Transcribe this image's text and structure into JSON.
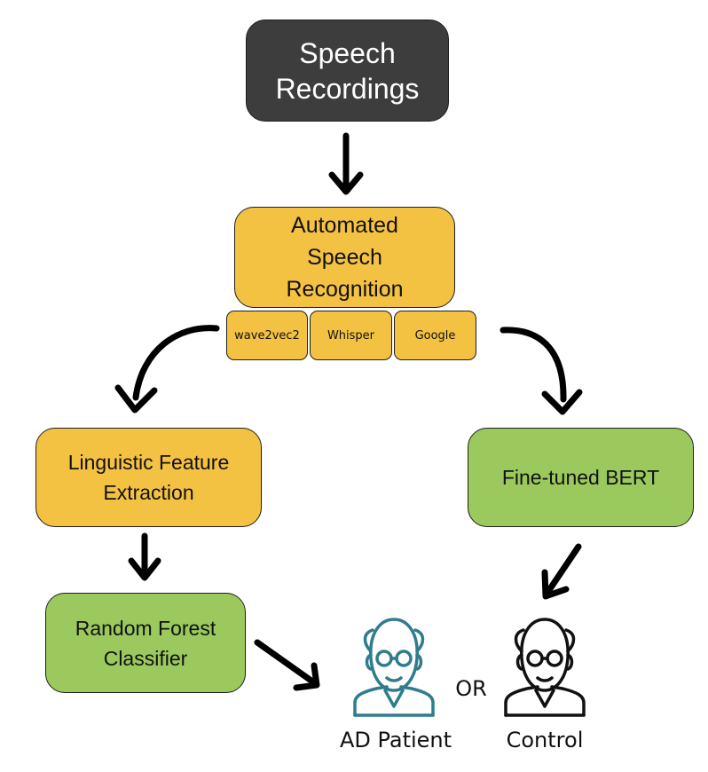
{
  "nodes": {
    "speech_recordings": "Speech\nRecordings",
    "asr": "Automated\nSpeech\nRecognition",
    "asr_models": [
      "wave2vec2",
      "Whisper",
      "Google"
    ],
    "linguistic": "Linguistic Feature\nExtraction",
    "bert": "Fine-tuned BERT",
    "random_forest": "Random Forest\nClassifier"
  },
  "outcomes": {
    "patient": "AD Patient",
    "or": "OR",
    "control": "Control"
  },
  "colors": {
    "dark_box": "#3d3d3d",
    "orange_box": "#f4c243",
    "green_box": "#9bc95d",
    "patient_icon": "#2f7d8c",
    "control_icon": "#111111",
    "arrow": "#000000"
  },
  "icons": [
    "waveform-icon",
    "elderly-patient-icon",
    "elderly-control-icon"
  ]
}
